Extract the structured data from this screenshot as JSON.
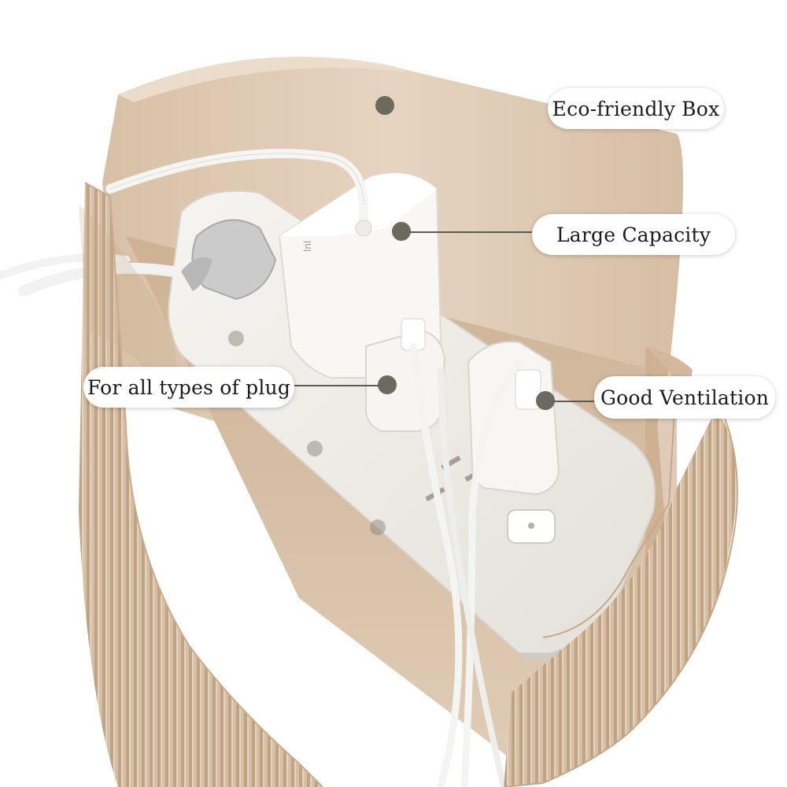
{
  "callouts": [
    {
      "id": "eco",
      "label": "Eco-friendly Box"
    },
    {
      "id": "capacity",
      "label": "Large Capacity"
    },
    {
      "id": "plug",
      "label": "For all types of plug"
    },
    {
      "id": "ventilation",
      "label": "Good Ventilation"
    }
  ],
  "colors": {
    "box_outer": "#d9c2aa",
    "box_inner": "#e3cfb9",
    "rib_shadow": "#b89d82",
    "outlet": "#f1efeb",
    "adapter": "#f7f6f3",
    "cable": "#f3f3f1",
    "marker_dot": "#6c6a5e"
  },
  "icons": [
    "marker-dot-icon"
  ]
}
